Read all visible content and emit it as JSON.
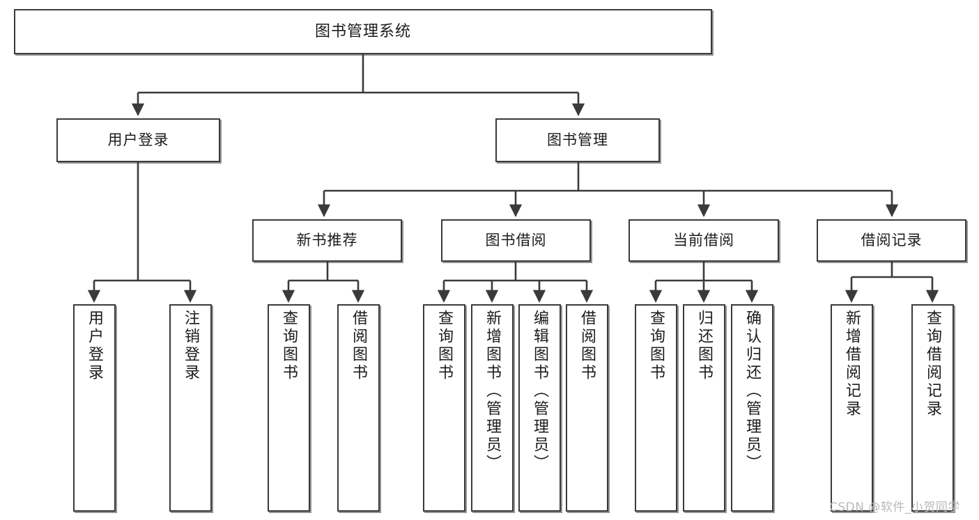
{
  "diagram": {
    "title": "图书管理系统",
    "type": "tree-hierarchy-chart",
    "watermark": "CSDN @软件_小贺同学",
    "colors": {
      "node_border": "#3a3a3a",
      "node_fill": "#ffffff",
      "edge": "#3a3a3a",
      "text": "#1b1b1b",
      "watermark": "#b9b9b9"
    },
    "root": {
      "label": "图书管理系统"
    },
    "level2": [
      {
        "label": "用户登录"
      },
      {
        "label": "图书管理"
      }
    ],
    "level3": [
      {
        "label": "新书推荐"
      },
      {
        "label": "图书借阅"
      },
      {
        "label": "当前借阅"
      },
      {
        "label": "借阅记录"
      }
    ],
    "leaves": {
      "user_login": [
        {
          "label": "用户登录"
        },
        {
          "label": "注销登录"
        }
      ],
      "new_book_recommend": [
        {
          "label": "查询图书"
        },
        {
          "label": "借阅图书"
        }
      ],
      "book_borrow": [
        {
          "label": "查询图书"
        },
        {
          "label": "新增图书（管理员）"
        },
        {
          "label": "编辑图书（管理员）"
        },
        {
          "label": "借阅图书"
        }
      ],
      "current_borrow": [
        {
          "label": "查询图书"
        },
        {
          "label": "归还图书"
        },
        {
          "label": "确认归还（管理员）"
        }
      ],
      "borrow_record": [
        {
          "label": "新增借阅记录"
        },
        {
          "label": "查询借阅记录"
        }
      ]
    }
  }
}
